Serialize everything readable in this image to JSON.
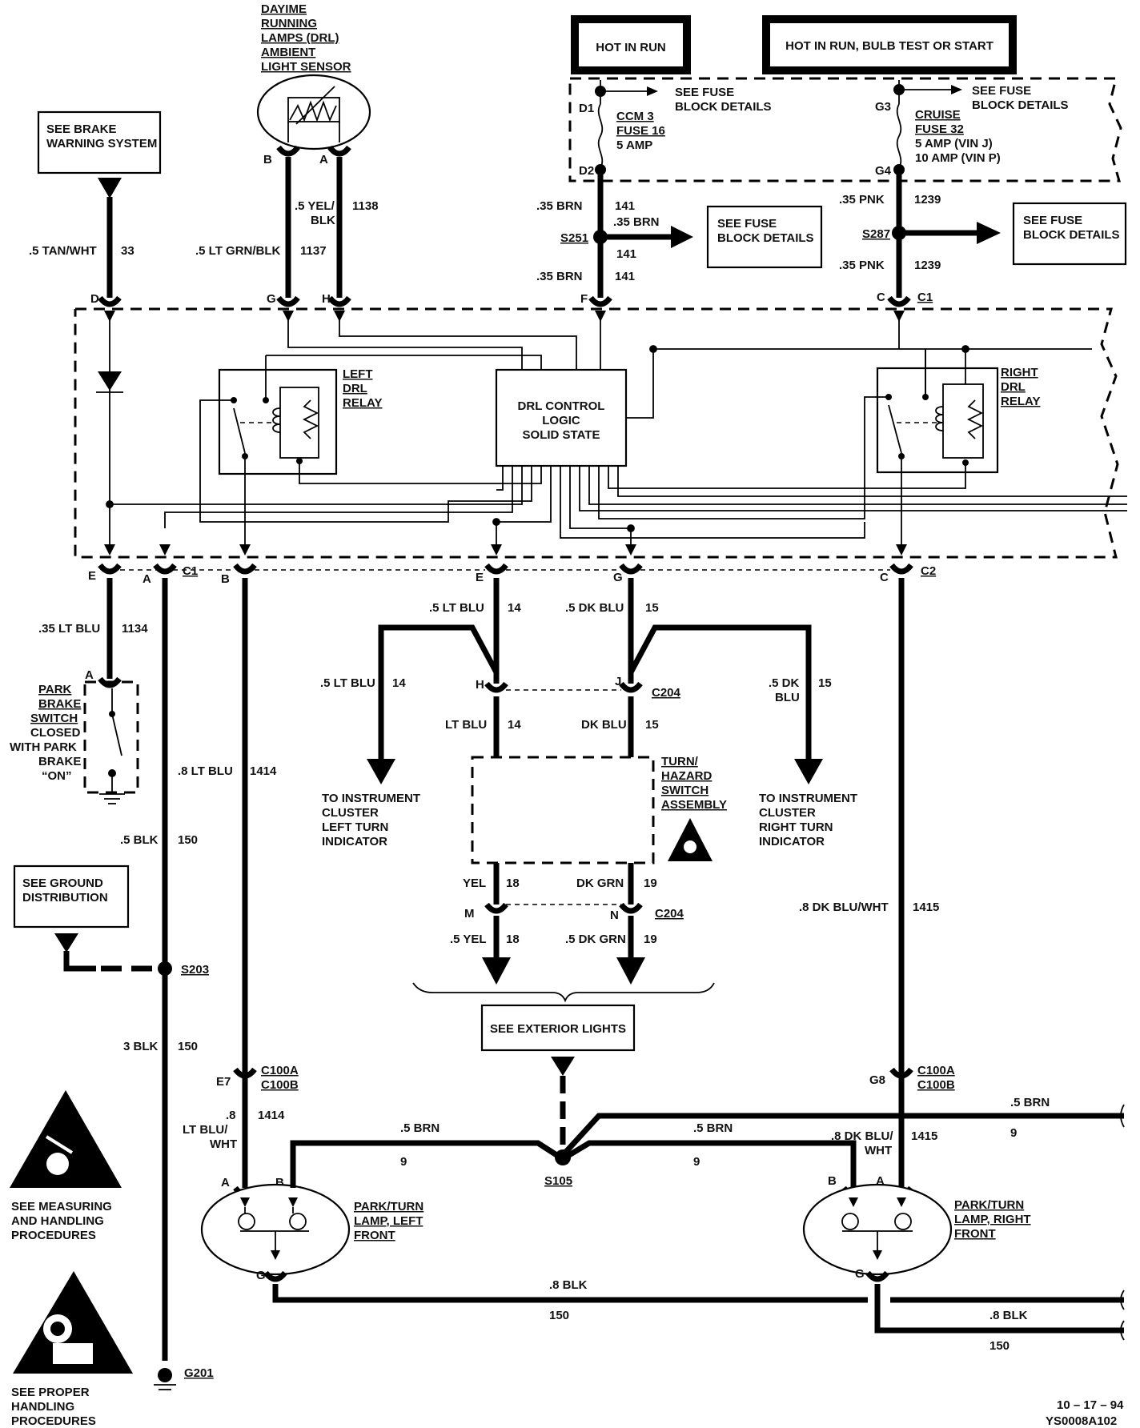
{
  "title_sensor": [
    "DAYIME",
    "RUNNING",
    "LAMPS (DRL)",
    "AMBIENT",
    "LIGHT SENSOR"
  ],
  "hot_run": "HOT IN RUN",
  "hot_run_start": "HOT IN RUN, BULB TEST OR START",
  "see_brake": [
    "SEE BRAKE",
    "WARNING SYSTEM"
  ],
  "see_ground": [
    "SEE GROUND",
    "DISTRIBUTION"
  ],
  "see_fuse_block": [
    "SEE FUSE",
    "BLOCK DETAILS"
  ],
  "see_exterior": "SEE EXTERIOR LIGHTS",
  "fuse_left": {
    "top": "D1",
    "bottom": "D2",
    "name": "CCM 3",
    "fuse": "FUSE 16",
    "amp": "5 AMP"
  },
  "fuse_right": {
    "top": "G3",
    "bottom": "G4",
    "name": "CRUISE",
    "fuse": "FUSE 32",
    "amp1": "5  AMP  (VIN  J)",
    "amp2": "10  AMP  (VIN  P)"
  },
  "wires": {
    "w33": ".5 TAN/WHT",
    "n33": "33",
    "w1137": ".5 LT GRN/BLK",
    "n1137": "1137",
    "w1138a": ".5 YEL/",
    "w1138b": "BLK",
    "n1138": "1138",
    "w141": ".35 BRN",
    "n141": "141",
    "w1239": ".35 PNK",
    "n1239": "1239",
    "w1134": ".35 LT BLU",
    "n1134": "1134",
    "w1414": ".8 LT BLU",
    "n1414": "1414",
    "w14": ".5 LT BLU",
    "n14": "14",
    "w14b": "LT BLU",
    "w15": ".5 DK BLU",
    "n15": "15",
    "w15b": "DK BLU",
    "w15c1": ".5 DK",
    "w15c2": "BLU",
    "w18": "YEL",
    "w18b": ".5 YEL",
    "n18": "18",
    "w19": "DK GRN",
    "w19b": ".5 DK GRN",
    "n19": "19",
    "w150": ".5 BLK",
    "w150b": "3 BLK",
    "n150": "150",
    "w1415": ".8 DK BLU/WHT",
    "n1415": "1415",
    "w1415b1": ".8 DK BLU/",
    "w1415b2": "WHT",
    "w1414b1": ".8",
    "w1414b2": "LT  BLU/",
    "w1414b3": "WHT",
    "w9": ".5 BRN",
    "n9": "9",
    "w150c": ".8 BLK"
  },
  "splices": {
    "s251": "S251",
    "s287": "S287",
    "s203": "S203",
    "s105": "S105",
    "g201": "G201"
  },
  "connectors": {
    "c1": "C1",
    "c2": "C2",
    "c204": "C204",
    "c100a": "C100A",
    "c100b": "C100B"
  },
  "pins": {
    "D": "D",
    "G": "G",
    "H": "H",
    "F": "F",
    "C": "C",
    "E": "E",
    "A": "A",
    "B": "B",
    "J": "J",
    "M": "M",
    "N": "N",
    "E7": "E7",
    "G8": "G8"
  },
  "left_relay": [
    "LEFT",
    "DRL",
    "RELAY"
  ],
  "right_relay": [
    "RIGHT",
    "DRL",
    "RELAY"
  ],
  "control": [
    "DRL CONTROL",
    "LOGIC",
    "SOLID STATE"
  ],
  "park_switch": [
    "PARK",
    "BRAKE",
    "SWITCH",
    "CLOSED",
    "WITH PARK",
    "BRAKE",
    "“ON”"
  ],
  "turn_switch": [
    "TURN/",
    "HAZARD",
    "SWITCH",
    "ASSEMBLY"
  ],
  "left_indicator": [
    "TO INSTRUMENT",
    "CLUSTER",
    "LEFT TURN",
    "INDICATOR"
  ],
  "right_indicator": [
    "TO INSTRUMENT",
    "CLUSTER",
    "RIGHT TURN",
    "INDICATOR"
  ],
  "lamp_left": [
    "PARK/TURN",
    "LAMP, LEFT",
    "FRONT"
  ],
  "lamp_right": [
    "PARK/TURN",
    "LAMP, RIGHT",
    "FRONT"
  ],
  "measuring": [
    "SEE MEASURING",
    "AND HANDLING",
    "PROCEDURES"
  ],
  "proper": [
    "SEE PROPER",
    "HANDLING",
    "PROCEDURES"
  ],
  "footer_date": "10 – 17 – 94",
  "footer_code": "YS0008A102"
}
